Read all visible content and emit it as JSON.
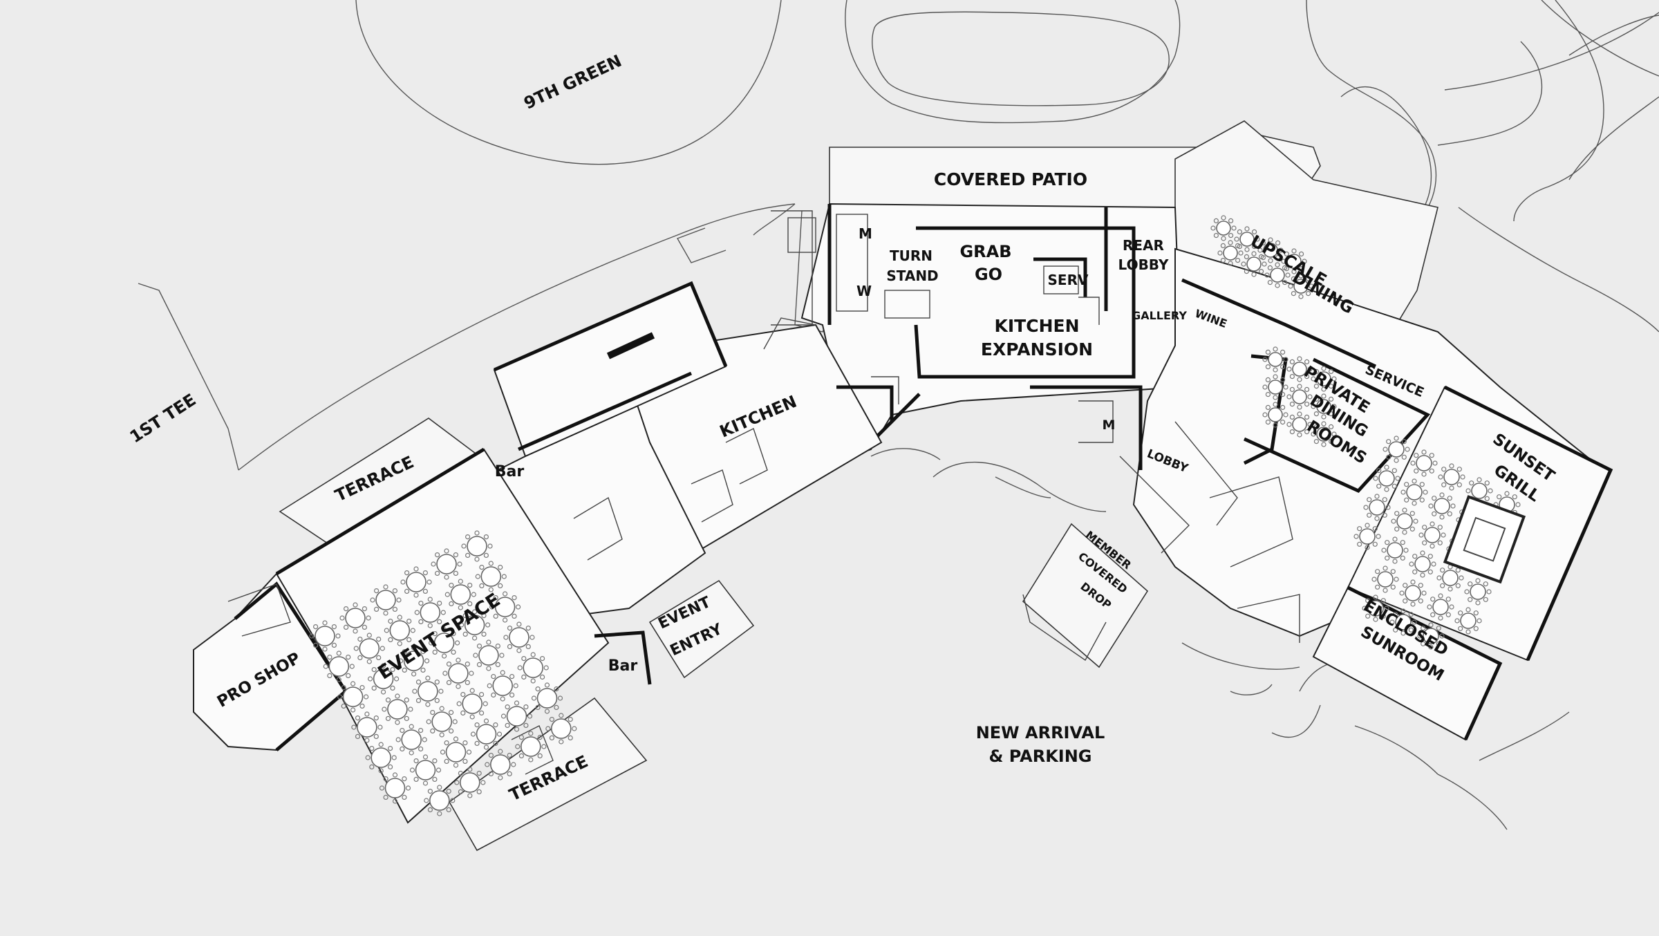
{
  "site_labels": {
    "ninth_green": "9TH GREEN",
    "first_tee": "1ST TEE",
    "arrival_line1": "NEW ARRIVAL",
    "arrival_line2": "& PARKING"
  },
  "rooms": {
    "covered_patio": "COVERED PATIO",
    "grab_line1": "GRAB",
    "grab_line2": "GO",
    "turn_line1": "TURN",
    "turn_line2": "STAND",
    "m_top": "M",
    "w_top": "W",
    "serv": "SERV",
    "rear_line1": "REAR",
    "rear_line2": "LOBBY",
    "upscale_line1": "UPSCALE",
    "upscale_line2": "DINING",
    "kitchen_exp_line1": "KITCHEN",
    "kitchen_exp_line2": "EXPANSION",
    "gallery": "GALLERY",
    "wine": "WINE",
    "kitchen": "KITCHEN",
    "private_line1": "PRIVATE",
    "private_line2": "DINING",
    "private_line3": "ROOMS",
    "service": "SERVICE",
    "sunset_line1": "SUNSET",
    "sunset_line2": "GRILL",
    "m_mid": "M",
    "lobby": "LOBBY",
    "member_line1": "MEMBER",
    "member_line2": "COVERED",
    "member_line3": "DROP",
    "enclosed_line1": "ENCLOSED",
    "enclosed_line2": "SUNROOM",
    "terrace_top": "TERRACE",
    "bar_top": "Bar",
    "event_space": "EVENT SPACE",
    "pro_shop": "PRO SHOP",
    "bar_bottom": "Bar",
    "event_line1": "EVENT",
    "event_line2": "ENTRY",
    "terrace_bottom": "TERRACE"
  },
  "colors": {
    "background": "#ececec",
    "building_fill": "#fbfbfb",
    "linework": "#222222"
  }
}
